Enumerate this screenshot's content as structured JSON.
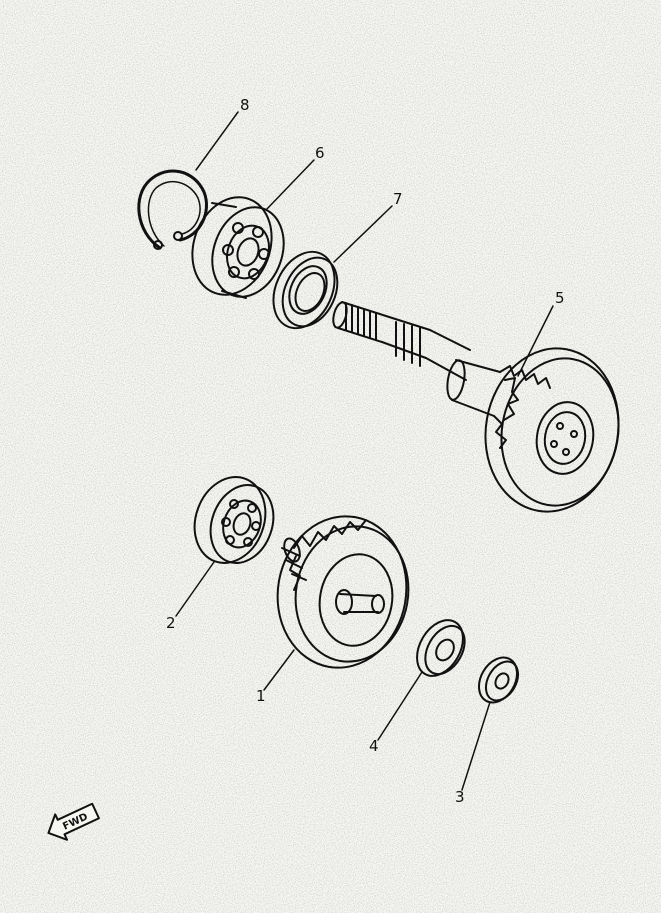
{
  "diagram": {
    "callouts": [
      "1",
      "2",
      "3",
      "4",
      "5",
      "6",
      "7",
      "8"
    ],
    "direction_marker": "FWD"
  },
  "colors": {
    "ink": "#111111",
    "paper": "#f6f6f2"
  }
}
